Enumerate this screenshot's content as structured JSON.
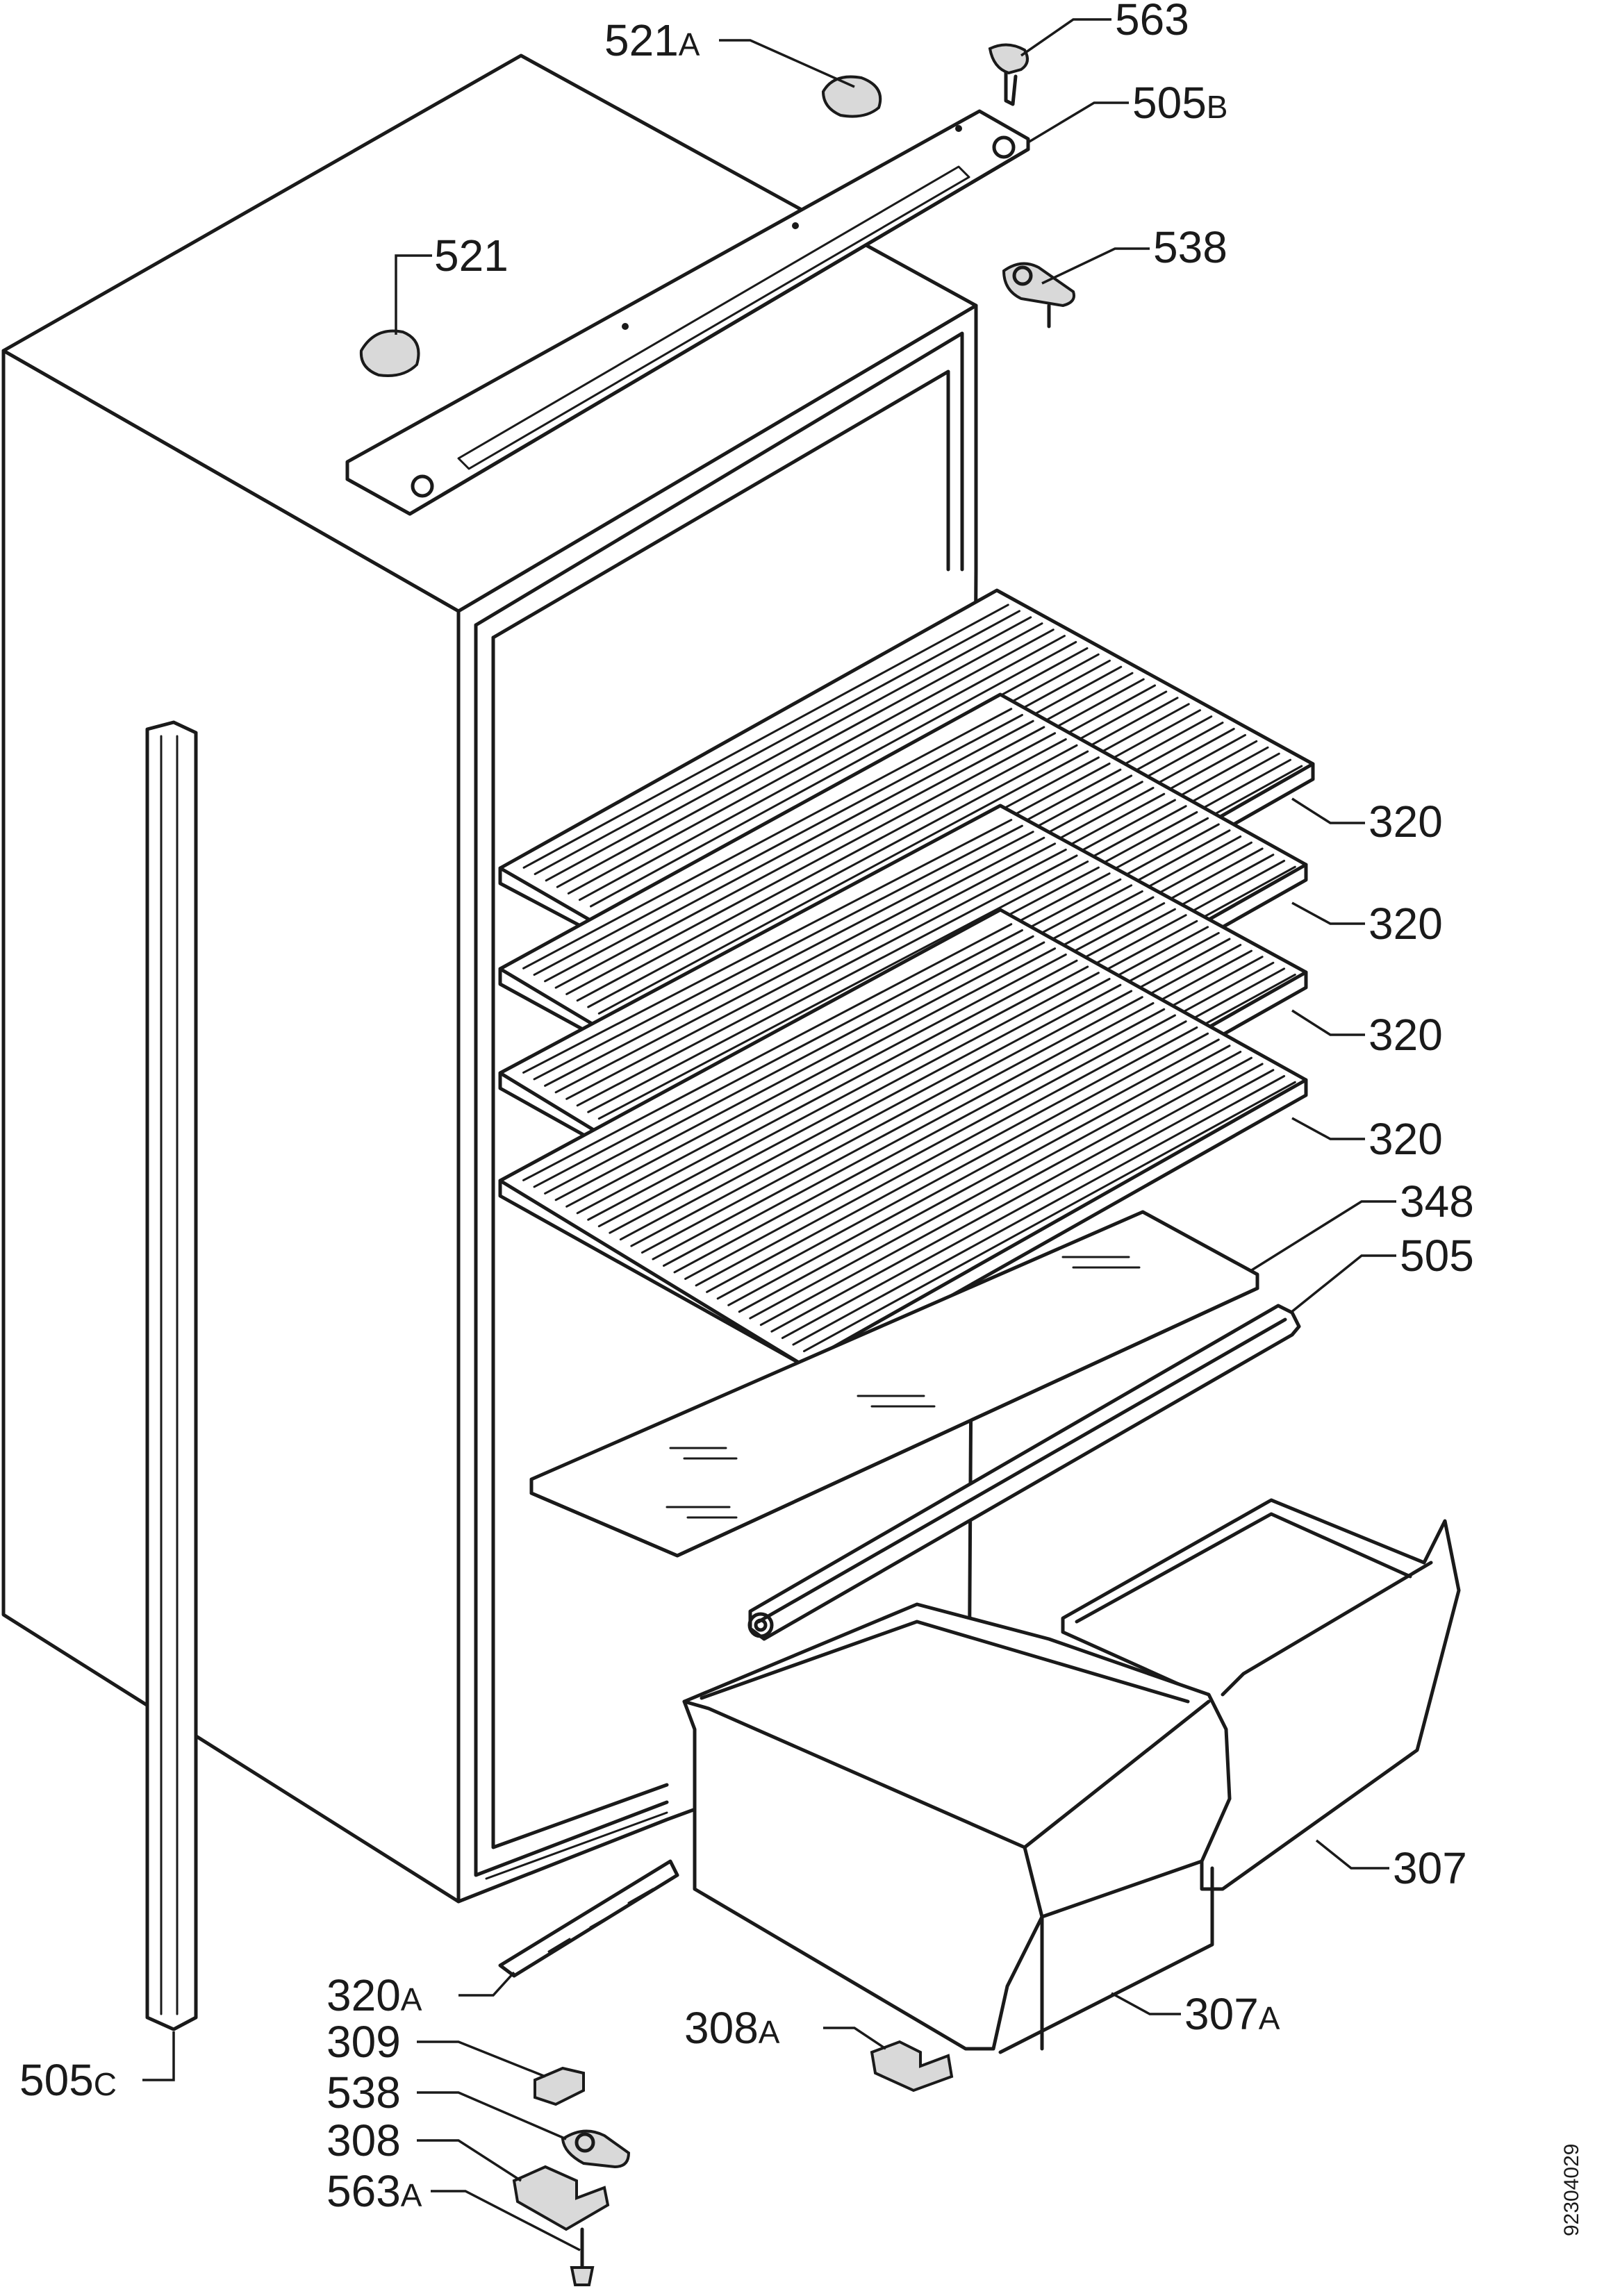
{
  "diagram": {
    "drawing_number": "92304029",
    "callouts": [
      {
        "id": "521A",
        "num": "521",
        "suffix": "A"
      },
      {
        "id": "563",
        "num": "563",
        "suffix": ""
      },
      {
        "id": "505B",
        "num": "505",
        "suffix": "B"
      },
      {
        "id": "521",
        "num": "521",
        "suffix": ""
      },
      {
        "id": "538-top",
        "num": "538",
        "suffix": ""
      },
      {
        "id": "320-1",
        "num": "320",
        "suffix": ""
      },
      {
        "id": "320-2",
        "num": "320",
        "suffix": ""
      },
      {
        "id": "320-3",
        "num": "320",
        "suffix": ""
      },
      {
        "id": "320-4",
        "num": "320",
        "suffix": ""
      },
      {
        "id": "348",
        "num": "348",
        "suffix": ""
      },
      {
        "id": "505",
        "num": "505",
        "suffix": ""
      },
      {
        "id": "307",
        "num": "307",
        "suffix": ""
      },
      {
        "id": "307A",
        "num": "307",
        "suffix": "A"
      },
      {
        "id": "308A",
        "num": "308",
        "suffix": "A"
      },
      {
        "id": "320A",
        "num": "320",
        "suffix": "A"
      },
      {
        "id": "309",
        "num": "309",
        "suffix": ""
      },
      {
        "id": "538-bottom",
        "num": "538",
        "suffix": ""
      },
      {
        "id": "308",
        "num": "308",
        "suffix": ""
      },
      {
        "id": "563A",
        "num": "563",
        "suffix": "A"
      },
      {
        "id": "505C",
        "num": "505",
        "suffix": "C"
      }
    ]
  }
}
